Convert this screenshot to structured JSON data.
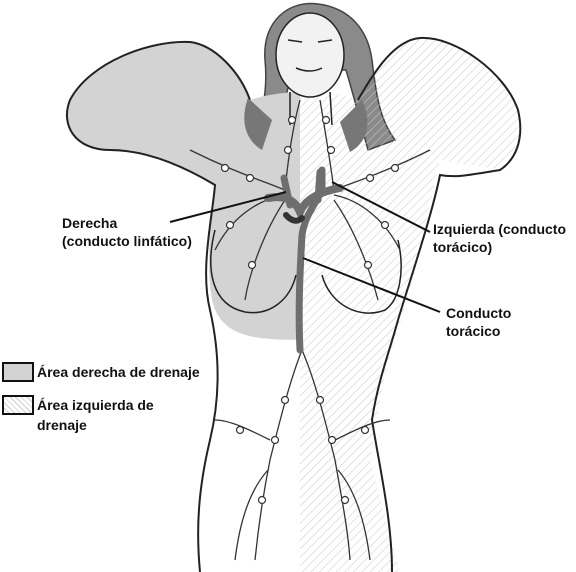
{
  "labels": {
    "right_duct": [
      "Derecha",
      "(conducto linfático)"
    ],
    "left_duct": [
      "Izquierda (conducto",
      "torácico)"
    ],
    "thoracic_duct": [
      "Conducto",
      "torácico"
    ]
  },
  "legend": {
    "right_area": "Área derecha de drenaje",
    "left_area": [
      "Área izquierda de",
      "drenaje"
    ]
  },
  "colors": {
    "right_area_fill": "#d3d3d3",
    "left_area_fill": "#ffffff",
    "hair": "#8a8a8a",
    "duct": "#6e6e6e",
    "outline": "#222222"
  }
}
